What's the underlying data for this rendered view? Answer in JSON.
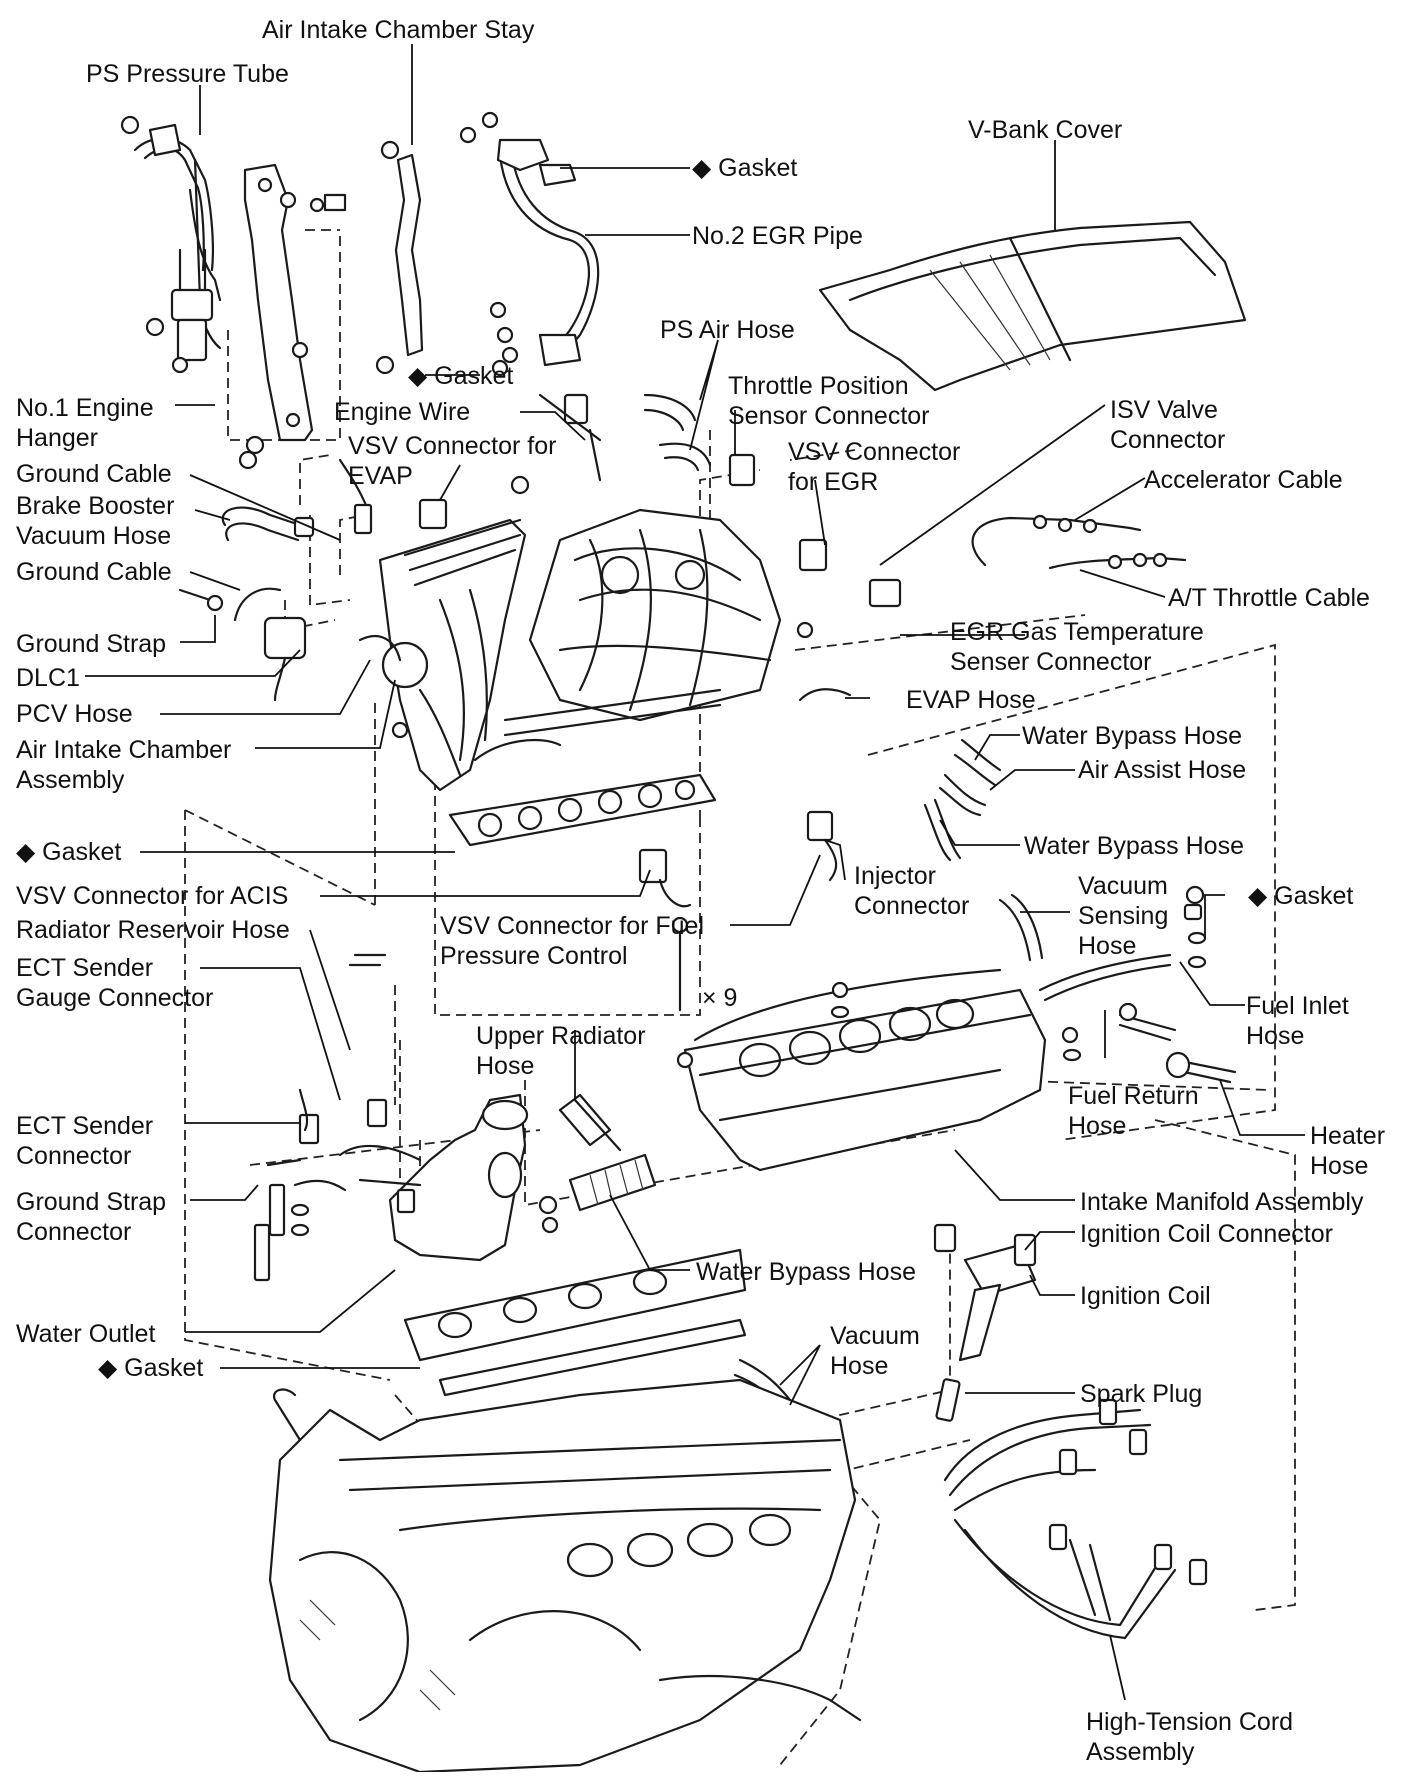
{
  "diagram": {
    "labels": {
      "air_intake_chamber_stay": "Air Intake Chamber Stay",
      "ps_pressure_tube": "PS Pressure Tube",
      "gasket_egr_top": "◆ Gasket",
      "v_bank_cover": "V-Bank Cover",
      "no2_egr_pipe": "No.2 EGR Pipe",
      "ps_air_hose": "PS Air Hose",
      "gasket_egr_bottom": "◆ Gasket",
      "no1_engine_hanger_1": "No.1 Engine",
      "no1_engine_hanger_2": "Hanger",
      "engine_wire": "Engine Wire",
      "throttle_position_1": "Throttle Position",
      "throttle_position_2": "Sensor Connector",
      "isv_valve_1": "ISV Valve",
      "isv_valve_2": "Connector",
      "vsv_evap_1": "VSV Connector for",
      "vsv_evap_2": "EVAP",
      "vsv_egr_1": "VSV Connector",
      "vsv_egr_2": "for EGR",
      "accelerator_cable": "Accelerator Cable",
      "ground_cable_1": "Ground Cable",
      "brake_booster_1": "Brake Booster",
      "brake_booster_2": "Vacuum Hose",
      "ground_cable_2": "Ground Cable",
      "at_throttle_cable": "A/T Throttle Cable",
      "egr_gas_temp_1": "EGR Gas Temperature",
      "egr_gas_temp_2": "Senser Connector",
      "ground_strap": "Ground Strap",
      "dlc1": "DLC1",
      "evap_hose": "EVAP Hose",
      "pcv_hose": "PCV Hose",
      "water_bypass_hose_1": "Water Bypass Hose",
      "air_intake_chamber_1": "Air Intake Chamber",
      "air_intake_chamber_2": "Assembly",
      "air_assist_hose": "Air Assist Hose",
      "gasket_chamber": "◆ Gasket",
      "water_bypass_hose_2": "Water Bypass Hose",
      "vsv_acis": "VSV Connector for ACIS",
      "injector_connector_1": "Injector",
      "injector_connector_2": "Connector",
      "vacuum_sensing_1": "Vacuum",
      "vacuum_sensing_2": "Sensing",
      "vacuum_sensing_3": "Hose",
      "gasket_right": "◆ Gasket",
      "radiator_reservoir_hose": "Radiator Reservoir Hose",
      "vsv_fuel_1": "VSV Connector for Fuel",
      "vsv_fuel_2": "Pressure Control",
      "ect_gauge_1": "ECT Sender",
      "ect_gauge_2": "Gauge Connector",
      "bolt_count": "× 9",
      "fuel_inlet_1": "Fuel Inlet",
      "fuel_inlet_2": "Hose",
      "upper_radiator_1": "Upper Radiator",
      "upper_radiator_2": "Hose",
      "fuel_return_1": "Fuel Return",
      "fuel_return_2": "Hose",
      "ect_sender_1": "ECT Sender",
      "ect_sender_2": "Connector",
      "heater_hose_1": "Heater",
      "heater_hose_2": "Hose",
      "ground_strap_conn_1": "Ground Strap",
      "ground_strap_conn_2": "Connector",
      "intake_manifold": "Intake Manifold Assembly",
      "ignition_coil_connector": "Ignition Coil Connector",
      "water_bypass_hose_3": "Water Bypass Hose",
      "ignition_coil": "Ignition Coil",
      "water_outlet": "Water Outlet",
      "vacuum_hose_1": "Vacuum",
      "vacuum_hose_2": "Hose",
      "gasket_bottom": "◆ Gasket",
      "spark_plug": "Spark Plug",
      "high_tension_1": "High-Tension Cord",
      "high_tension_2": "Assembly"
    }
  }
}
